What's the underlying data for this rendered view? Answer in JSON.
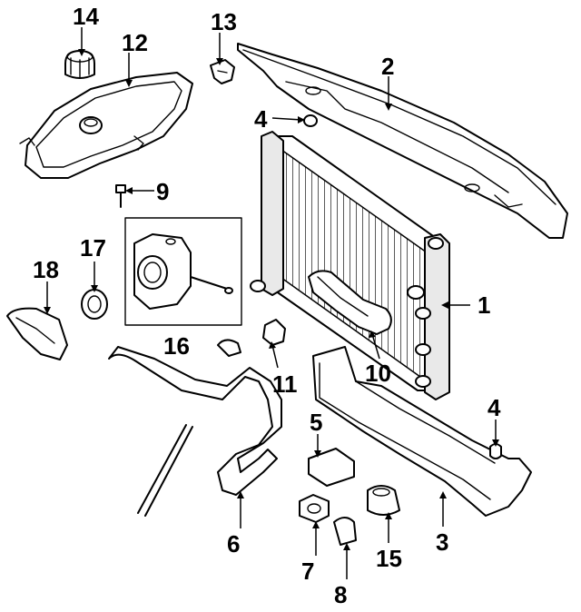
{
  "diagram": {
    "callouts": [
      {
        "id": "1",
        "text": "1"
      },
      {
        "id": "2",
        "text": "2"
      },
      {
        "id": "3",
        "text": "3"
      },
      {
        "id": "4a",
        "text": "4"
      },
      {
        "id": "4b",
        "text": "4"
      },
      {
        "id": "5",
        "text": "5"
      },
      {
        "id": "6",
        "text": "6"
      },
      {
        "id": "7",
        "text": "7"
      },
      {
        "id": "8",
        "text": "8"
      },
      {
        "id": "9",
        "text": "9"
      },
      {
        "id": "10",
        "text": "10"
      },
      {
        "id": "11",
        "text": "11"
      },
      {
        "id": "12",
        "text": "12"
      },
      {
        "id": "13",
        "text": "13"
      },
      {
        "id": "14",
        "text": "14"
      },
      {
        "id": "15",
        "text": "15"
      },
      {
        "id": "16",
        "text": "16"
      },
      {
        "id": "17",
        "text": "17"
      },
      {
        "id": "18",
        "text": "18"
      }
    ]
  }
}
